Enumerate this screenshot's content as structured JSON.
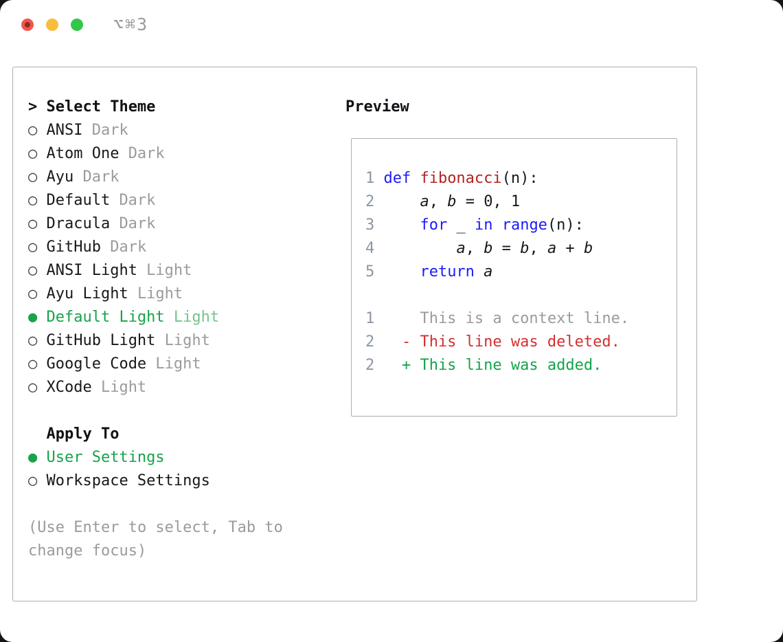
{
  "titlebar": {
    "shortcut": "⌥⌘3"
  },
  "theme_selector": {
    "prompt": ">",
    "title": "Select Theme",
    "items": [
      {
        "bullet": "○",
        "name": "ANSI",
        "variant": "Dark",
        "selected": false
      },
      {
        "bullet": "○",
        "name": "Atom One",
        "variant": "Dark",
        "selected": false
      },
      {
        "bullet": "○",
        "name": "Ayu",
        "variant": "Dark",
        "selected": false
      },
      {
        "bullet": "○",
        "name": "Default",
        "variant": "Dark",
        "selected": false
      },
      {
        "bullet": "○",
        "name": "Dracula",
        "variant": "Dark",
        "selected": false
      },
      {
        "bullet": "○",
        "name": "GitHub",
        "variant": "Dark",
        "selected": false
      },
      {
        "bullet": "○",
        "name": "ANSI Light",
        "variant": "Light",
        "selected": false
      },
      {
        "bullet": "○",
        "name": "Ayu Light",
        "variant": "Light",
        "selected": false
      },
      {
        "bullet": "●",
        "name": "Default Light",
        "variant": "Light",
        "selected": true
      },
      {
        "bullet": "○",
        "name": "GitHub Light",
        "variant": "Light",
        "selected": false
      },
      {
        "bullet": "○",
        "name": "Google Code",
        "variant": "Light",
        "selected": false
      },
      {
        "bullet": "○",
        "name": "XCode",
        "variant": "Light",
        "selected": false
      }
    ]
  },
  "apply_to": {
    "title": "Apply To",
    "options": [
      {
        "bullet": "●",
        "label": "User Settings",
        "selected": true
      },
      {
        "bullet": "○",
        "label": "Workspace Settings",
        "selected": false
      }
    ]
  },
  "help_text": "(Use Enter to select, Tab to change focus)",
  "preview": {
    "title": "Preview",
    "code": {
      "l1": {
        "num": "1",
        "kw": "def ",
        "fn": "fibonacci",
        "rest": "(n):"
      },
      "l2": {
        "num": "2",
        "indent": "    ",
        "v1": "a",
        "p1": ", ",
        "v2": "b",
        "rest": " = 0, 1"
      },
      "l3": {
        "num": "3",
        "indent": "    ",
        "kw1": "for",
        "p1": " _ ",
        "kw2": "in",
        "p2": " ",
        "kw3": "range",
        "rest": "(n):"
      },
      "l4": {
        "num": "4",
        "indent": "        ",
        "v1": "a",
        "p1": ", ",
        "v2": "b",
        "p2": " = ",
        "v3": "b",
        "p3": ", ",
        "v4": "a",
        "p4": " + ",
        "v5": "b"
      },
      "l5": {
        "num": "5",
        "indent": "    ",
        "kw": "return ",
        "v1": "a"
      }
    },
    "diff": [
      {
        "num": "1",
        "text": "    This is a context line.",
        "type": "context"
      },
      {
        "num": "2",
        "text": "  - This line was deleted.",
        "type": "deleted"
      },
      {
        "num": "2",
        "text": "  + This line was added.",
        "type": "added"
      }
    ]
  },
  "colors": {
    "selection_green": "#16a34a",
    "keyword_blue": "#1a1aff",
    "function_red": "#b0241f",
    "deleted_red": "#d32f2f",
    "added_green": "#16a34a",
    "muted_gray": "#9b9b9b"
  }
}
